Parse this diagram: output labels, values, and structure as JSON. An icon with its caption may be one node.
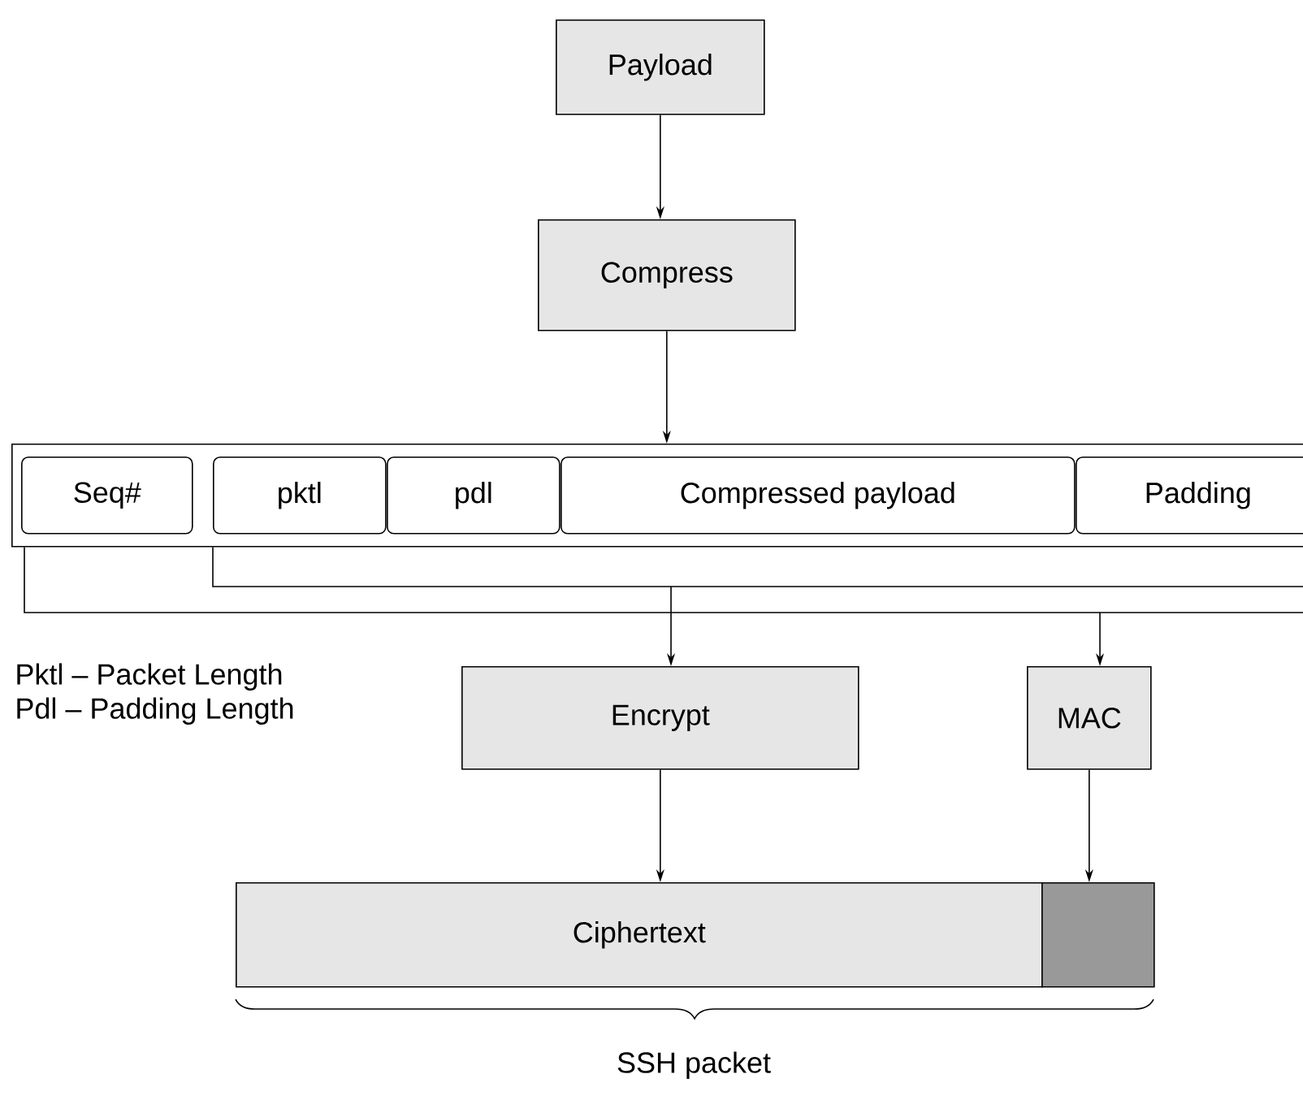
{
  "diagram": {
    "nodes": [
      {
        "text": [
          "Payload"
        ]
      },
      {
        "text": [
          "Compress"
        ]
      },
      {
        "text": [],
        "shape": "box"
      },
      {
        "text": [
          "Seq#"
        ],
        "in": 2
      },
      {
        "text": [
          "pktl"
        ],
        "in": 2
      },
      {
        "text": [
          "pdl"
        ],
        "in": 2
      },
      {
        "text": [
          "Compressed payload"
        ],
        "in": 2
      },
      {
        "text": [
          "Padding"
        ],
        "in": 2
      },
      {
        "text": [
          "Encrypt"
        ]
      },
      {
        "text": [
          "MAC"
        ]
      },
      {
        "text": [
          "Ciphertext"
        ]
      },
      {
        "text": [],
        "shape": "box"
      }
    ],
    "edges": [
      {
        "from": 0,
        "to": 1,
        "arrow": "to"
      },
      {
        "from": 1,
        "to": 2,
        "arrow": "to"
      },
      {
        "from": 2,
        "to": 8,
        "arrow": "to"
      },
      {
        "from": 2,
        "to": 9,
        "arrow": "to"
      },
      {
        "from": 8,
        "to": 10,
        "arrow": "to"
      },
      {
        "from": 9,
        "to": 11,
        "arrow": "to"
      }
    ],
    "labels": [
      "Pktl – Packet Length",
      "Pdl – Padding Length",
      "SSH packet"
    ]
  }
}
